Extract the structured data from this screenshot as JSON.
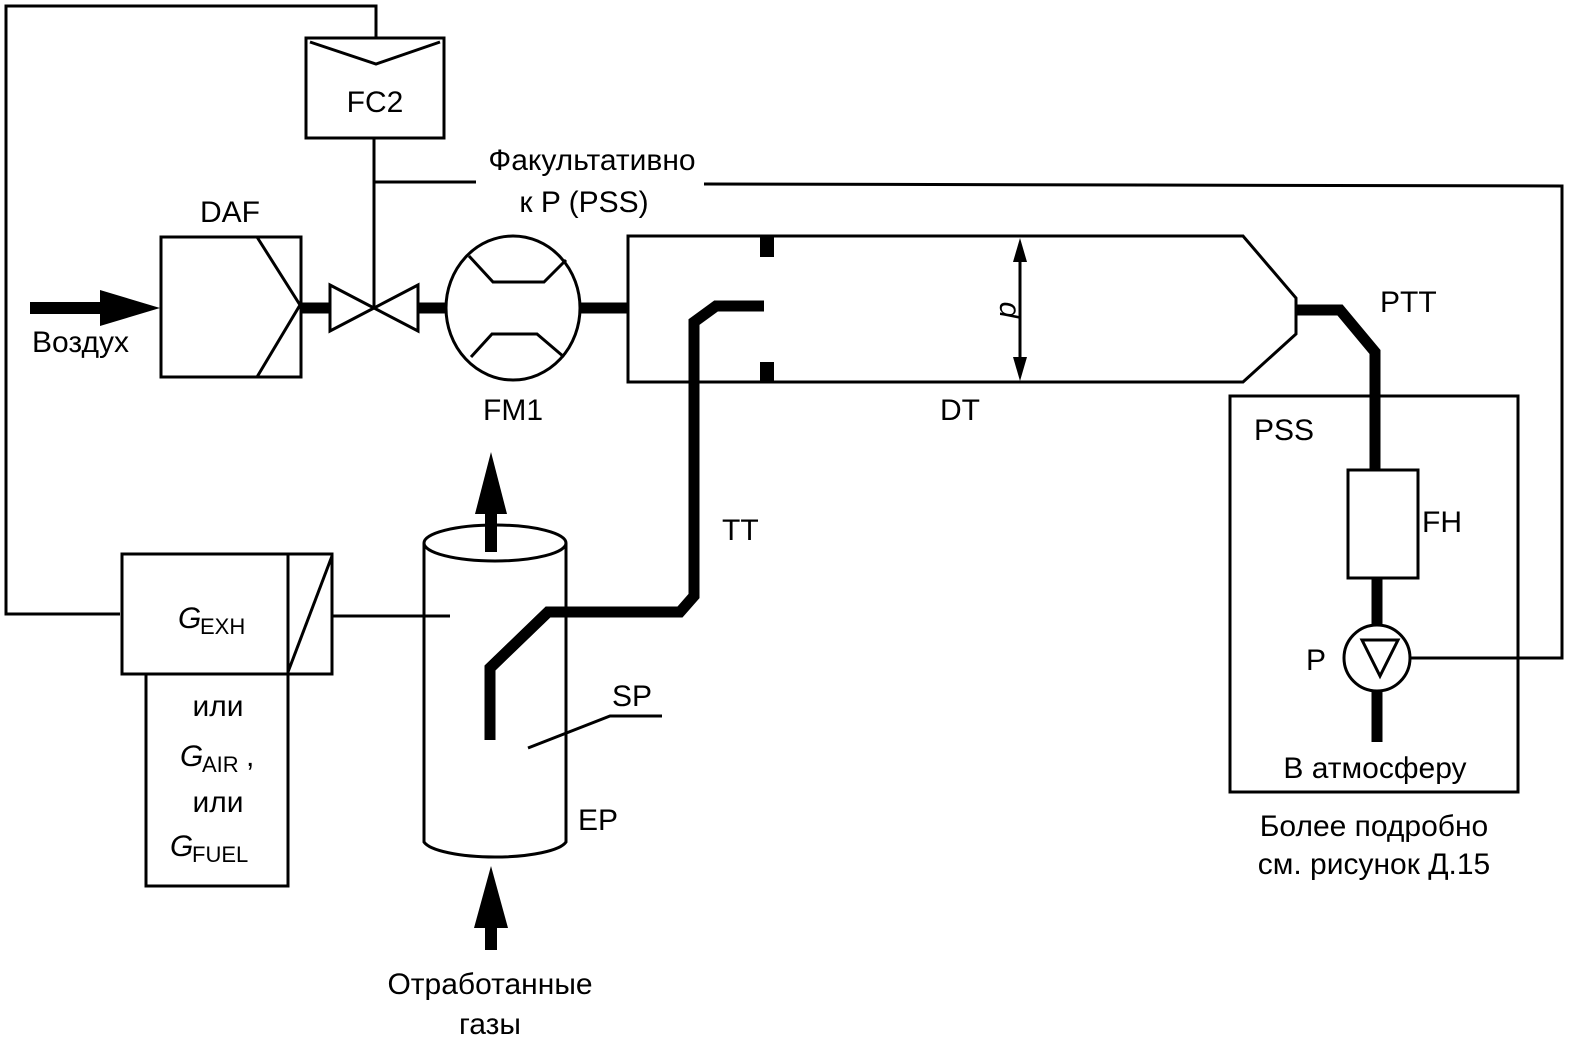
{
  "diagram": {
    "type": "partial-flow dilution sampling system schematic",
    "components": {
      "fc2": {
        "label": "FC2"
      },
      "daf": {
        "label": "DAF"
      },
      "fm1": {
        "label": "FM1"
      },
      "dt": {
        "label": "DT",
        "dimension_label": "d"
      },
      "ptt": {
        "label": "PTT"
      },
      "pss": {
        "label": "PSS"
      },
      "fh": {
        "label": "FH"
      },
      "p": {
        "label": "P"
      },
      "tt": {
        "label": "TT"
      },
      "sp": {
        "label": "SP"
      },
      "ep": {
        "label": "EP"
      },
      "flow_box": {
        "g_exh_main": "G",
        "g_exh_sub": "EXH",
        "or1": "или",
        "g_air_main": "G",
        "g_air_sub": "AIR",
        "comma": ",",
        "or2": "или",
        "g_fuel_main": "G",
        "g_fuel_sub": "FUEL"
      }
    },
    "annotations": {
      "air_inlet": "Воздух",
      "optional_line1": "Факультативно",
      "optional_line2": "к P (PSS)",
      "to_atmosphere": "В атмосферу",
      "more_detail_line1": "Более подробно",
      "more_detail_line2": "см. рисунок Д.15",
      "exhaust_line1": "Отработанные",
      "exhaust_line2": "газы"
    }
  }
}
